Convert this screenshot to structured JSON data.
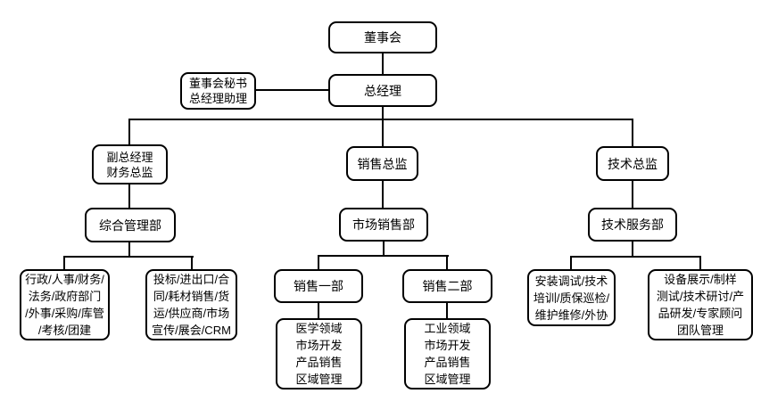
{
  "page": {
    "background_color": "#ffffff",
    "node_border_color": "#000000",
    "node_fill_color": "#ffffff",
    "text_color": "#000000"
  },
  "org_chart": {
    "type": "organization-chart",
    "nodes": {
      "board": {
        "label": "董事会"
      },
      "secretary": {
        "label": "董事会秘书\n总经理助理"
      },
      "gm": {
        "label": "总经理"
      },
      "deputy": {
        "label": "副总经理\n财务总监"
      },
      "sales_dir": {
        "label": "销售总监"
      },
      "tech_dir": {
        "label": "技术总监"
      },
      "gen_mgmt": {
        "label": "综合管理部"
      },
      "mkt_sales": {
        "label": "市场销售部"
      },
      "tech_service": {
        "label": "技术服务部"
      },
      "admin_team": {
        "label": "行政/人事/财务/\n法务/政府部门\n/外事/采购/库管\n/考核/团建"
      },
      "bidding_team": {
        "label": "投标/进出口/合\n同/耗材销售/货\n运/供应商/市场\n宣传/展会/CRM"
      },
      "sales1": {
        "label": "销售一部"
      },
      "sales2": {
        "label": "销售二部"
      },
      "install_team": {
        "label": "安装调试/技术\n培训/质保巡检/\n维护维修/外协"
      },
      "demo_team": {
        "label": "设备展示/制样\n测试/技术研讨/产\n品研发/专家顾问\n团队管理"
      },
      "medical_team": {
        "label": "医学领域\n市场开发\n产品销售\n区域管理"
      },
      "industry_team": {
        "label": "工业领域\n市场开发\n产品销售\n区域管理"
      }
    },
    "edges": [
      [
        "board",
        "gm"
      ],
      [
        "secretary",
        "gm"
      ],
      [
        "gm",
        "deputy"
      ],
      [
        "gm",
        "sales_dir"
      ],
      [
        "gm",
        "tech_dir"
      ],
      [
        "deputy",
        "gen_mgmt"
      ],
      [
        "sales_dir",
        "mkt_sales"
      ],
      [
        "tech_dir",
        "tech_service"
      ],
      [
        "gen_mgmt",
        "admin_team"
      ],
      [
        "gen_mgmt",
        "bidding_team"
      ],
      [
        "mkt_sales",
        "sales1"
      ],
      [
        "mkt_sales",
        "sales2"
      ],
      [
        "tech_service",
        "install_team"
      ],
      [
        "tech_service",
        "demo_team"
      ],
      [
        "sales1",
        "medical_team"
      ],
      [
        "sales2",
        "industry_team"
      ]
    ]
  }
}
